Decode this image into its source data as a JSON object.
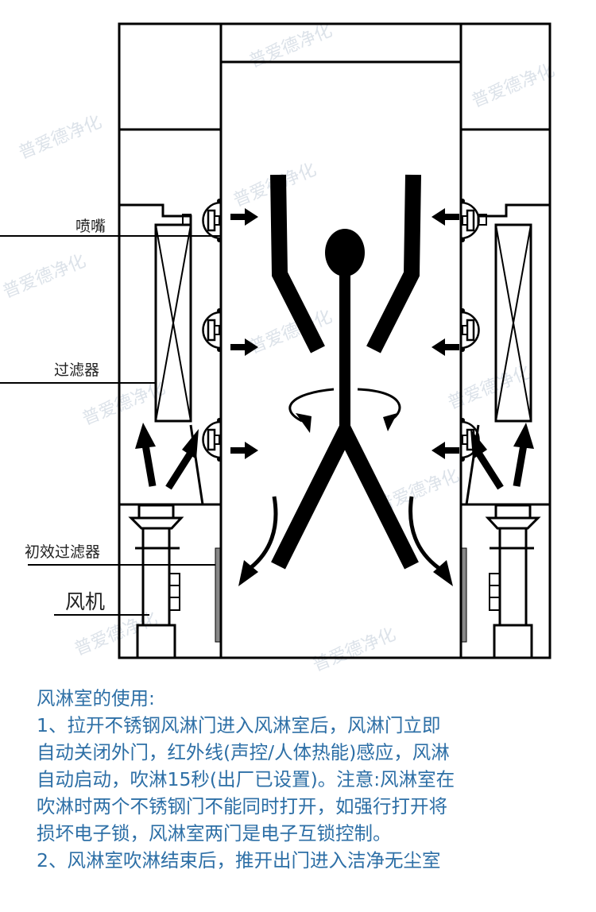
{
  "labels": {
    "nozzle": "喷嘴",
    "filter": "过滤器",
    "primary_filter": "初效过滤器",
    "fan": "风机"
  },
  "watermark": "普爱德净化",
  "description": {
    "title": "风淋室的使用:",
    "lines": [
      "1、拉开不锈钢风淋门进入风淋室后，风淋门立即",
      "自动关闭外门，红外线(声控/人体热能)感应，风淋",
      "自动启动，吹淋15秒(出厂已设置)。注意:风淋室在",
      "吹淋时两个不锈钢门不能同时打开，如强行打开将",
      "损坏电子锁，风淋室两门是电子互锁控制。",
      "2、风淋室吹淋结束后，推开出门进入洁净无尘室"
    ]
  },
  "colors": {
    "text": "#2d6fa6",
    "lines": "#000000",
    "watermark": "#d4dce4"
  }
}
